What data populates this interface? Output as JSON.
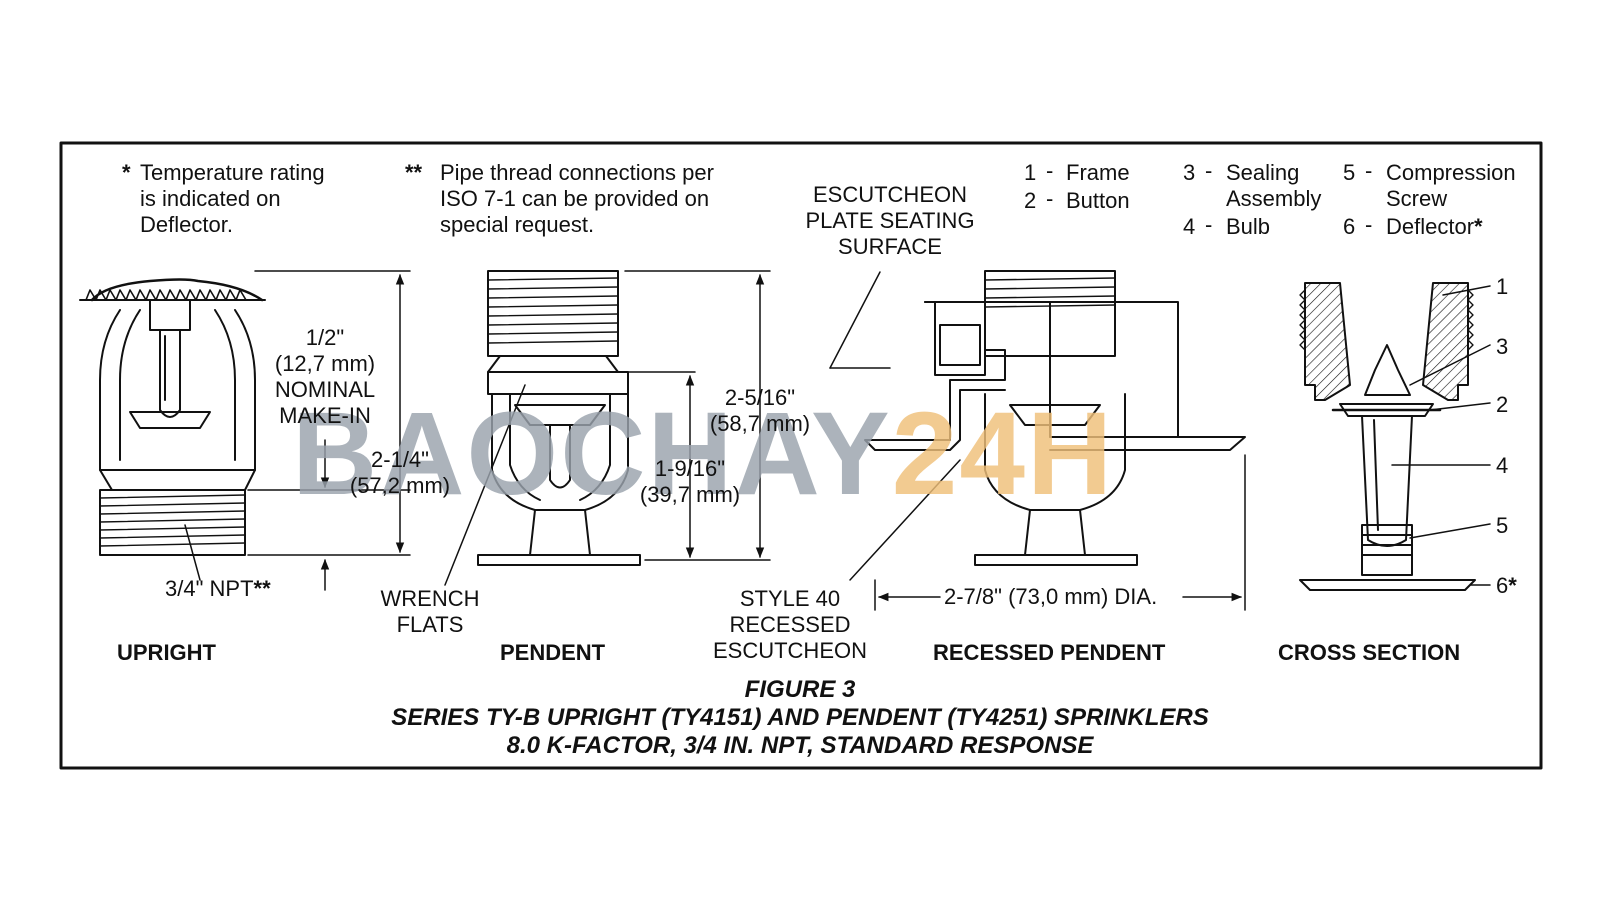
{
  "notes": {
    "temperature": {
      "marker": "*",
      "lines": [
        "Temperature rating",
        "is indicated on",
        "Deflector."
      ]
    },
    "pipe_thread": {
      "marker": "**",
      "lines": [
        "Pipe thread connections per",
        "ISO 7-1 can be provided on",
        "special request."
      ]
    }
  },
  "escutcheon_plate_label": [
    "ESCUTCHEON",
    "PLATE SEATING",
    "SURFACE"
  ],
  "parts_legend": [
    {
      "num": "1",
      "lines": [
        "Frame"
      ]
    },
    {
      "num": "2",
      "lines": [
        "Button"
      ]
    },
    {
      "num": "3",
      "lines": [
        "Sealing",
        "Assembly"
      ]
    },
    {
      "num": "4",
      "lines": [
        "Bulb"
      ]
    },
    {
      "num": "5",
      "lines": [
        "Compression",
        "Screw"
      ]
    },
    {
      "num": "6",
      "lines": [
        "Deflector"
      ],
      "marker": "*"
    }
  ],
  "dimensions": {
    "make_in": [
      "1/2\"",
      "(12,7 mm)",
      "NOMINAL",
      "MAKE-IN"
    ],
    "upright_height": [
      "2-1/4\"",
      "(57,2 mm)"
    ],
    "npt": {
      "text": "3/4\" NPT",
      "marker": "**"
    },
    "pendent_height": [
      "2-5/16\"",
      "(58,7 mm)"
    ],
    "pendent_partial": [
      "1-9/16\"",
      "(39,7 mm)"
    ],
    "diameter": "2-7/8\" (73,0 mm) DIA."
  },
  "callouts": {
    "wrench_flats": [
      "WRENCH",
      "FLATS"
    ],
    "style40": [
      "STYLE 40",
      "RECESSED",
      "ESCUTCHEON"
    ]
  },
  "cross_section_numbers": [
    {
      "num": "1",
      "marker": ""
    },
    {
      "num": "3",
      "marker": ""
    },
    {
      "num": "2",
      "marker": ""
    },
    {
      "num": "4",
      "marker": ""
    },
    {
      "num": "5",
      "marker": ""
    },
    {
      "num": "6",
      "marker": "*"
    }
  ],
  "view_labels": [
    "UPRIGHT",
    "PENDENT",
    "RECESSED PENDENT",
    "CROSS SECTION"
  ],
  "caption": {
    "figure": "FIGURE 3",
    "line1": "SERIES TY-B UPRIGHT (TY4151) AND PENDENT (TY4251) SPRINKLERS",
    "line2": "8.0 K-FACTOR, 3/4 IN. NPT, STANDARD RESPONSE"
  },
  "watermark": {
    "part1": "BAOCHAY",
    "part2": "24H",
    "color1": "#9aa3ad",
    "color2": "#f0c07a"
  }
}
